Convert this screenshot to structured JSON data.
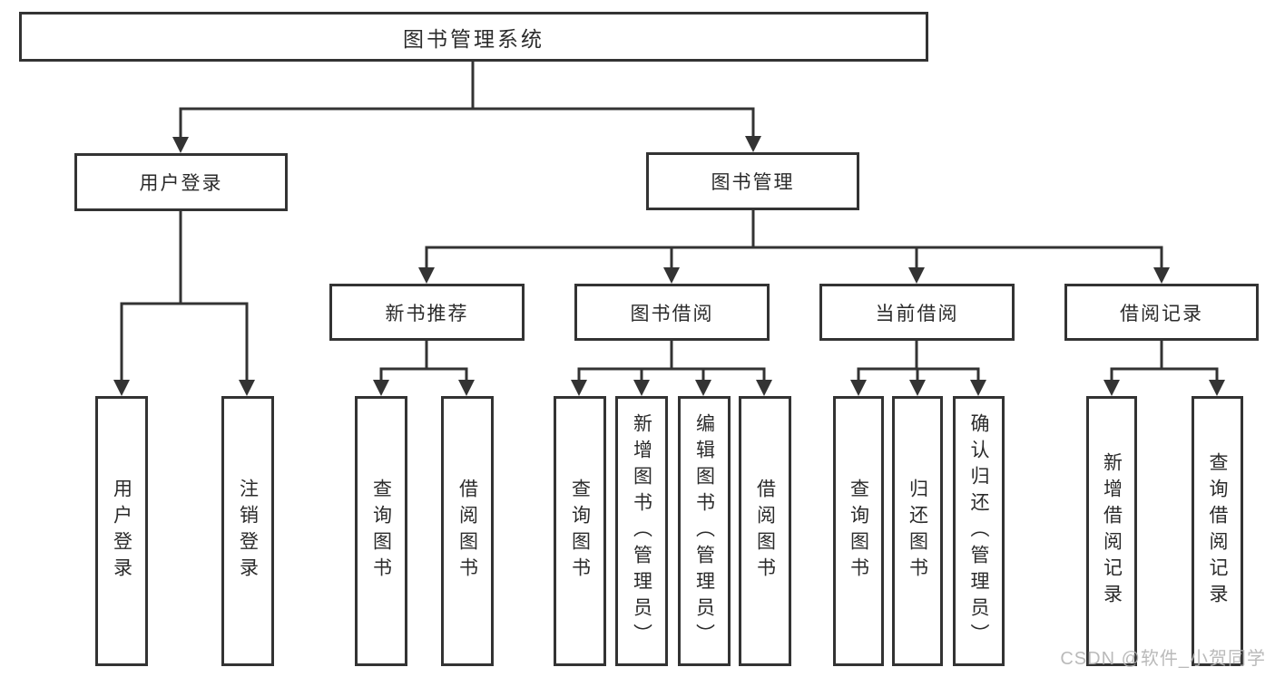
{
  "colors": {
    "line": "#333333",
    "text": "#2b2b2b",
    "box_bg": "#ffffff",
    "watermark": "#b3b3b3"
  },
  "watermark": "CSDN @软件_小贺同学",
  "tree": {
    "root": {
      "label": "图书管理系统"
    },
    "branches": [
      {
        "label": "用户登录",
        "children": [
          {
            "label": "用户登录"
          },
          {
            "label": "注销登录"
          }
        ]
      },
      {
        "label": "图书管理",
        "children": [
          {
            "label": "新书推荐",
            "children": [
              {
                "label": "查询图书"
              },
              {
                "label": "借阅图书"
              }
            ]
          },
          {
            "label": "图书借阅",
            "children": [
              {
                "label": "查询图书"
              },
              {
                "label": "新增图书（管理员）"
              },
              {
                "label": "编辑图书（管理员）"
              },
              {
                "label": "借阅图书"
              }
            ]
          },
          {
            "label": "当前借阅",
            "children": [
              {
                "label": "查询图书"
              },
              {
                "label": "归还图书"
              },
              {
                "label": "确认归还（管理员）"
              }
            ]
          },
          {
            "label": "借阅记录",
            "children": [
              {
                "label": "新增借阅记录"
              },
              {
                "label": "查询借阅记录"
              }
            ]
          }
        ]
      }
    ]
  }
}
